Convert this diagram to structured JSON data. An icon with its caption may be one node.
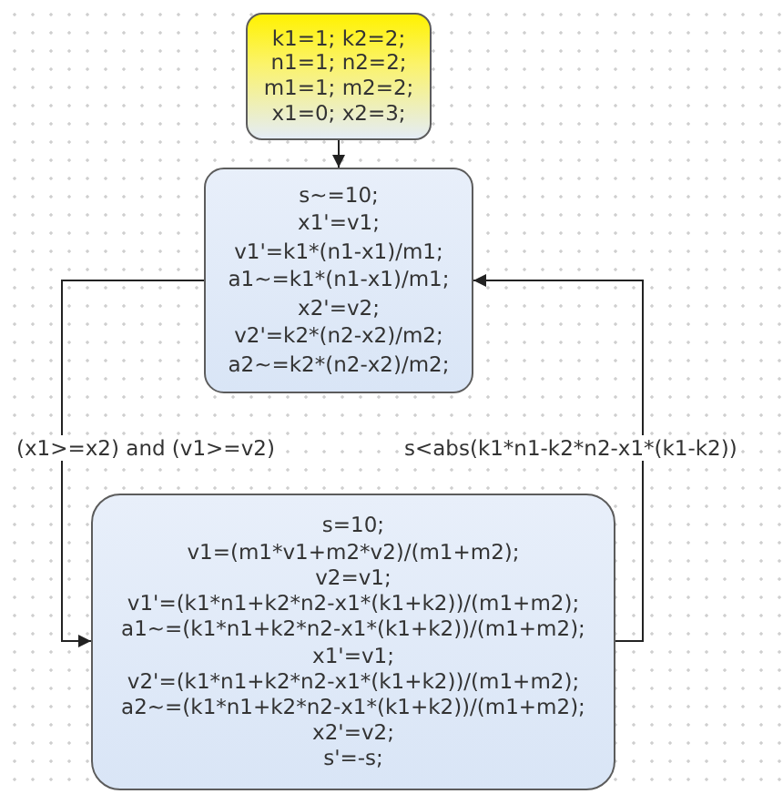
{
  "diagram": {
    "nodes": [
      {
        "text": [
          "k1=1; k2=2;",
          "n1=1; n2=2;",
          "m1=1; m2=2;",
          "x1=0; x2=3;"
        ]
      },
      {
        "text": [
          "s~=10;",
          "x1'=v1;",
          "v1'=k1*(n1-x1)/m1;",
          "a1~=k1*(n1-x1)/m1;",
          "x2'=v2;",
          "v2'=k2*(n2-x2)/m2;",
          "a2~=k2*(n2-x2)/m2;"
        ]
      },
      {
        "text": [
          "s=10;",
          "v1=(m1*v1+m2*v2)/(m1+m2);",
          "v2=v1;",
          "v1'=(k1*n1+k2*n2-x1*(k1+k2))/(m1+m2);",
          "a1~=(k1*n1+k2*n2-x1*(k1+k2))/(m1+m2);",
          "x1'=v1;",
          "v2'=(k1*n1+k2*n2-x1*(k1+k2))/(m1+m2);",
          "a2~=(k1*n1+k2*n2-x1*(k1+k2))/(m1+m2);",
          "x2'=v2;",
          "s'=-s;"
        ]
      }
    ],
    "edges": [
      {
        "from": 0,
        "to": 1,
        "arrow": "to"
      },
      {
        "from": 1,
        "to": 2,
        "arrow": "to",
        "label": "(x1>=x2) and (v1>=v2)"
      },
      {
        "from": 2,
        "to": 1,
        "arrow": "to",
        "label": "s<abs(k1*n1-k2*n2-x1*(k1-k2))"
      }
    ]
  }
}
